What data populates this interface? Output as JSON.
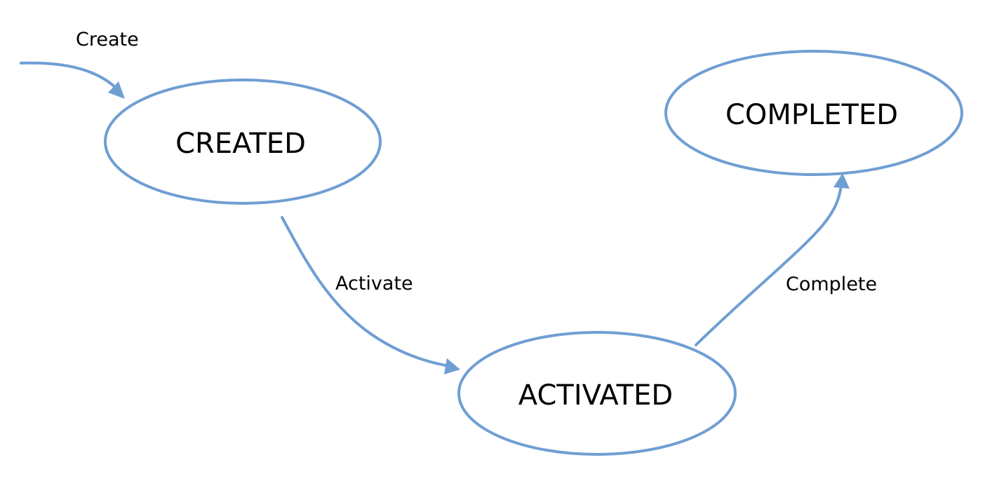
{
  "diagram": {
    "states": [
      {
        "id": "created",
        "label": "CREATED"
      },
      {
        "id": "activated",
        "label": "ACTIVATED"
      },
      {
        "id": "completed",
        "label": "COMPLETED"
      }
    ],
    "transitions": [
      {
        "id": "create",
        "label": "Create",
        "from": "",
        "to": "created"
      },
      {
        "id": "activate",
        "label": "Activate",
        "from": "created",
        "to": "activated"
      },
      {
        "id": "complete",
        "label": "Complete",
        "from": "activated",
        "to": "completed"
      }
    ],
    "colors": {
      "stroke": "#6f9ed3",
      "text": "#000000",
      "background": "#ffffff"
    }
  }
}
